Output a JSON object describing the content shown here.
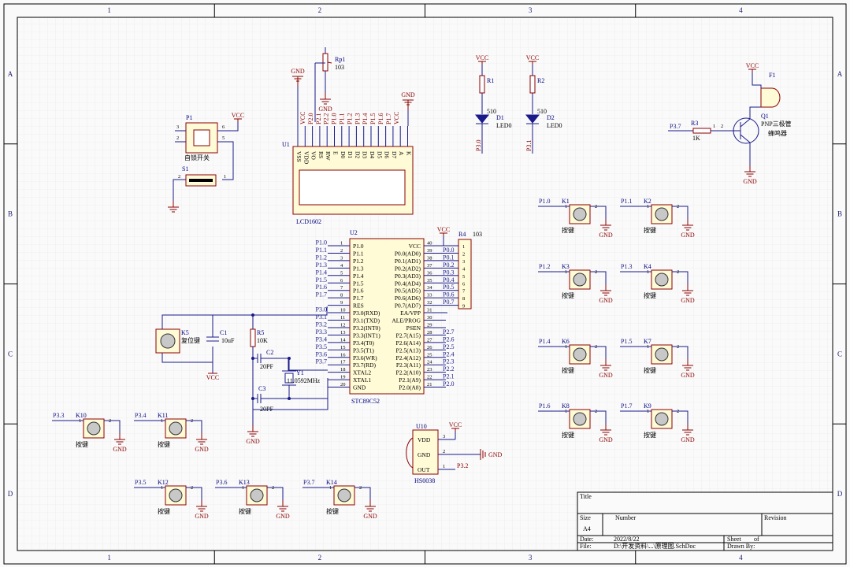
{
  "sheet": {
    "col_labels": [
      "1",
      "2",
      "3",
      "4"
    ],
    "row_labels": [
      "A",
      "B",
      "C",
      "D"
    ],
    "colors": {
      "grid": "#e8e8e8",
      "wire": "#1a1a8a",
      "part_fill": "#fffbd6",
      "part_stroke": "#8b0000",
      "power": "#8b0000"
    }
  },
  "power": {
    "vcc": "VCC",
    "gnd": "GND"
  },
  "rp1": {
    "ref": "Rp1",
    "value": "103"
  },
  "lcd": {
    "ref": "U1",
    "name": "LCD1602",
    "pins": [
      "VSS",
      "VDD",
      "VO",
      "RS",
      "RW",
      "E",
      "D0",
      "D1",
      "D2",
      "D3",
      "D4",
      "D5",
      "D6",
      "D7",
      "A",
      "K"
    ],
    "top_labels": [
      "VCC",
      "P2.0",
      "P2.1",
      "P2.2",
      "P1.0",
      "P1.1",
      "P1.2",
      "P1.3",
      "P1.4",
      "P1.5",
      "P1.6",
      "P1.7",
      "VCC"
    ]
  },
  "p1": {
    "ref": "P1",
    "label": "自锁开关",
    "pin_l": "3",
    "pin_r": "6",
    "pin_l2": "2",
    "pin_r2": "5"
  },
  "s1": {
    "ref": "S1",
    "pin_l": "2",
    "pin_r": "1"
  },
  "leds": [
    {
      "r_ref": "R1",
      "r_val": "510",
      "d_ref": "D1",
      "d_val": "LED0",
      "net": "P3.0"
    },
    {
      "r_ref": "R2",
      "r_val": "510",
      "d_ref": "D2",
      "d_val": "LED0",
      "net": "P3.1"
    }
  ],
  "buzzer": {
    "f_ref": "F1",
    "f_val": "蜂鸣器",
    "q_ref": "Q1",
    "q_val": "PNP三极管",
    "r_ref": "R3",
    "r_val": "1K",
    "net": "P3.7",
    "pin1": "1",
    "pin2": "2"
  },
  "mcu": {
    "ref": "U2",
    "name": "STC89C52",
    "left_pins": [
      {
        "n": "1",
        "name": "P1.0",
        "net": "P1.0"
      },
      {
        "n": "2",
        "name": "P1.1",
        "net": "P1.1"
      },
      {
        "n": "3",
        "name": "P1.2",
        "net": "P1.2"
      },
      {
        "n": "4",
        "name": "P1.3",
        "net": "P1.3"
      },
      {
        "n": "5",
        "name": "P1.4",
        "net": "P1.4"
      },
      {
        "n": "6",
        "name": "P1.5",
        "net": "P1.5"
      },
      {
        "n": "7",
        "name": "P1.6",
        "net": "P1.6"
      },
      {
        "n": "8",
        "name": "P1.7",
        "net": "P1.7"
      },
      {
        "n": "9",
        "name": "RES",
        "net": ""
      },
      {
        "n": "10",
        "name": "P3.0(RXD)",
        "net": "P3.0"
      },
      {
        "n": "11",
        "name": "P3.1(TXD)",
        "net": "P3.1"
      },
      {
        "n": "12",
        "name": "P3.2(INT0)",
        "net": "P3.2"
      },
      {
        "n": "13",
        "name": "P3.3(INT1)",
        "net": "P3.3"
      },
      {
        "n": "14",
        "name": "P3.4(T0)",
        "net": "P3.4"
      },
      {
        "n": "15",
        "name": "P3.5(T1)",
        "net": "P3.5"
      },
      {
        "n": "16",
        "name": "P3.6(WR)",
        "net": "P3.6"
      },
      {
        "n": "17",
        "name": "P3.7(RD)",
        "net": "P3.7"
      },
      {
        "n": "18",
        "name": "XTAL2",
        "net": ""
      },
      {
        "n": "19",
        "name": "XTAL1",
        "net": ""
      },
      {
        "n": "20",
        "name": "GND",
        "net": ""
      }
    ],
    "right_pins": [
      {
        "n": "40",
        "name": "VCC",
        "net": "VCC"
      },
      {
        "n": "39",
        "name": "P0.0(AD0)",
        "net": "P0.0"
      },
      {
        "n": "38",
        "name": "P0.1(AD1)",
        "net": "P0.1"
      },
      {
        "n": "37",
        "name": "P0.2(AD2)",
        "net": "P0.2"
      },
      {
        "n": "36",
        "name": "P0.3(AD3)",
        "net": "P0.3"
      },
      {
        "n": "35",
        "name": "P0.4(AD4)",
        "net": "P0.4"
      },
      {
        "n": "34",
        "name": "P0.5(AD5)",
        "net": "P0.5"
      },
      {
        "n": "33",
        "name": "P0.6(AD6)",
        "net": "P0.6"
      },
      {
        "n": "32",
        "name": "P0.7(AD7)",
        "net": "P0.7"
      },
      {
        "n": "31",
        "name": "EA/VPP",
        "net": ""
      },
      {
        "n": "30",
        "name": "ALE/PROG",
        "net": ""
      },
      {
        "n": "29",
        "name": "PSEN",
        "net": ""
      },
      {
        "n": "28",
        "name": "P2.7(A15)",
        "net": "P2.7"
      },
      {
        "n": "27",
        "name": "P2.6(A14)",
        "net": "P2.6"
      },
      {
        "n": "26",
        "name": "P2.5(A13)",
        "net": "P2.5"
      },
      {
        "n": "25",
        "name": "P2.4(A12)",
        "net": "P2.4"
      },
      {
        "n": "24",
        "name": "P2.3(A11)",
        "net": "P2.3"
      },
      {
        "n": "23",
        "name": "P2.2(A10)",
        "net": "P2.2"
      },
      {
        "n": "22",
        "name": "P2.1(A9)",
        "net": "P2.1"
      },
      {
        "n": "21",
        "name": "P2.0(A8)",
        "net": "P2.0"
      }
    ]
  },
  "r4": {
    "ref": "R4",
    "value": "103",
    "pins": [
      "1",
      "2",
      "3",
      "4",
      "5",
      "6",
      "7",
      "8",
      "9"
    ]
  },
  "reset": {
    "k_ref": "K5",
    "k_val": "复位键",
    "c_ref": "C1",
    "c_val": "10uF",
    "r_ref": "R5",
    "r_val": "10K"
  },
  "crystal": {
    "y_ref": "Y1",
    "y_val": "11.0592MHz",
    "c2_ref": "C2",
    "c2_val": "20PF",
    "c3_ref": "C3",
    "c3_val": "20PF"
  },
  "ir": {
    "ref": "U10",
    "name": "HS0038",
    "pins": [
      "VDD",
      "GND",
      "OUT"
    ],
    "pin_nums": [
      "3",
      "2",
      "1"
    ],
    "net": "P3.2"
  },
  "key_label": "按键",
  "key_pin1": "1",
  "key_pin2": "2",
  "keys": [
    {
      "ref": "K1",
      "net": "P1.0"
    },
    {
      "ref": "K2",
      "net": "P1.1"
    },
    {
      "ref": "K3",
      "net": "P1.2"
    },
    {
      "ref": "K4",
      "net": "P1.3"
    },
    {
      "ref": "K6",
      "net": "P1.4"
    },
    {
      "ref": "K7",
      "net": "P1.5"
    },
    {
      "ref": "K8",
      "net": "P1.6"
    },
    {
      "ref": "K9",
      "net": "P1.7"
    },
    {
      "ref": "K10",
      "net": "P3.3"
    },
    {
      "ref": "K11",
      "net": "P3.4"
    },
    {
      "ref": "K12",
      "net": "P3.5"
    },
    {
      "ref": "K13",
      "net": "P3.6"
    },
    {
      "ref": "K14",
      "net": "P3.7"
    }
  ],
  "title_block": {
    "title": "Title",
    "size_label": "Size",
    "size": "A4",
    "number_label": "Number",
    "revision_label": "Revision",
    "date_label": "Date:",
    "date": "2022/8/22",
    "file_label": "File:",
    "file": "D:\\开发资料\\...\\原理图.SchDoc",
    "sheet_label": "Sheet",
    "of_label": "of",
    "drawn_label": "Drawn By:"
  }
}
